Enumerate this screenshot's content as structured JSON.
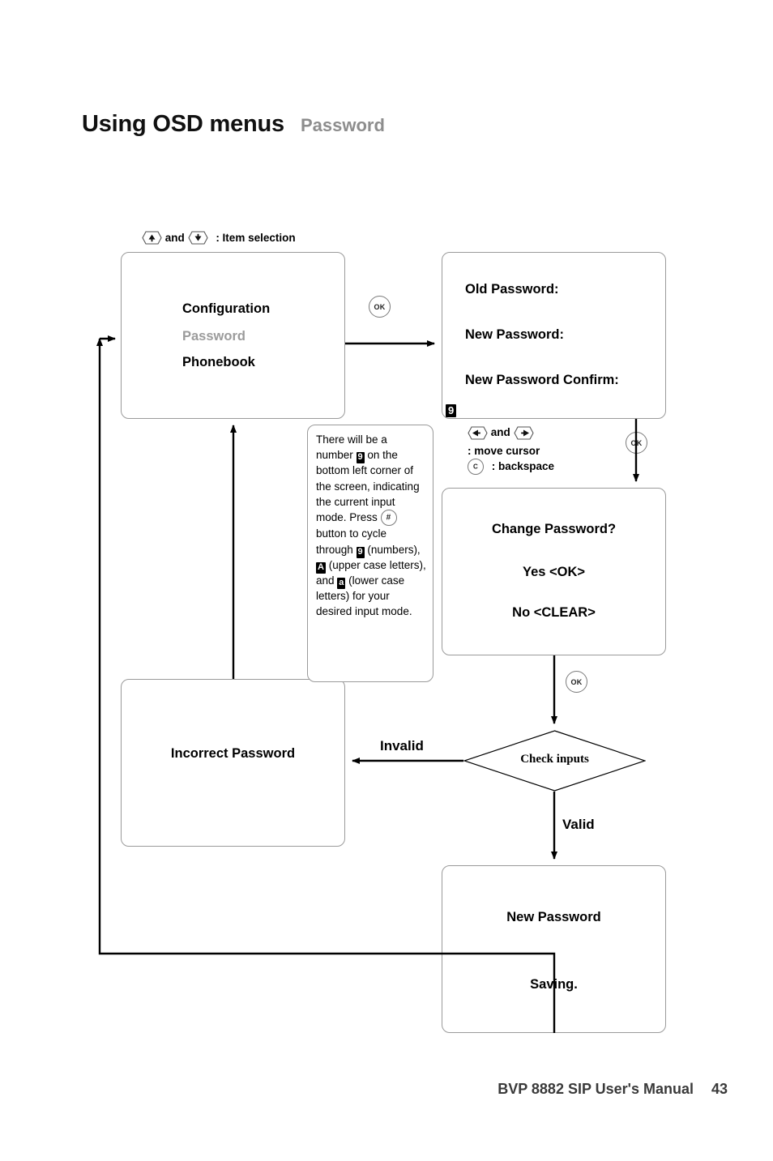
{
  "header": {
    "title": "Using OSD menus",
    "subtitle": "Password"
  },
  "footer": {
    "manual": "BVP 8882 SIP User's Manual",
    "page": "43"
  },
  "legend_top": {
    "up_key": "▲",
    "and": "and",
    "down_key": "▼",
    "description": ": Item selection"
  },
  "legend_mid": {
    "left_key": "◁",
    "and": "and",
    "right_key": "▷",
    "move_cursor": ": move cursor",
    "clear_key": "C",
    "backspace": ": backspace"
  },
  "keys": {
    "ok": "OK",
    "hash": "#"
  },
  "boxes": {
    "configuration": {
      "line1": "Configuration",
      "line2": "Password",
      "line3": "Phonebook"
    },
    "password_entry": {
      "line1": "Old Password:",
      "line2": "New Password:",
      "line3": "New Password Confirm:",
      "mode_glyph": "9"
    },
    "change_password": {
      "line1": "Change Password?",
      "line2": "Yes <OK>",
      "line3": "No <CLEAR>"
    },
    "incorrect_password": {
      "line1": "Incorrect Password"
    },
    "new_password_saving": {
      "line1": "New Password",
      "line2": "Saving."
    }
  },
  "decision": {
    "label": "Check inputs",
    "branch_invalid": "Invalid",
    "branch_valid": "Valid"
  },
  "note": {
    "part1": "There will be a number ",
    "glyph1": "9",
    "part2": " on the bottom left corner of the screen, indicating the current input mode. Press ",
    "key_hash": "#",
    "part3": " button to cycle through ",
    "glyph2": "9",
    "part4": " (numbers), ",
    "glyph3": "A",
    "part5": " (upper case letters), and ",
    "glyph4": "a",
    "part6": " (lower case letters) for your desired input mode."
  }
}
